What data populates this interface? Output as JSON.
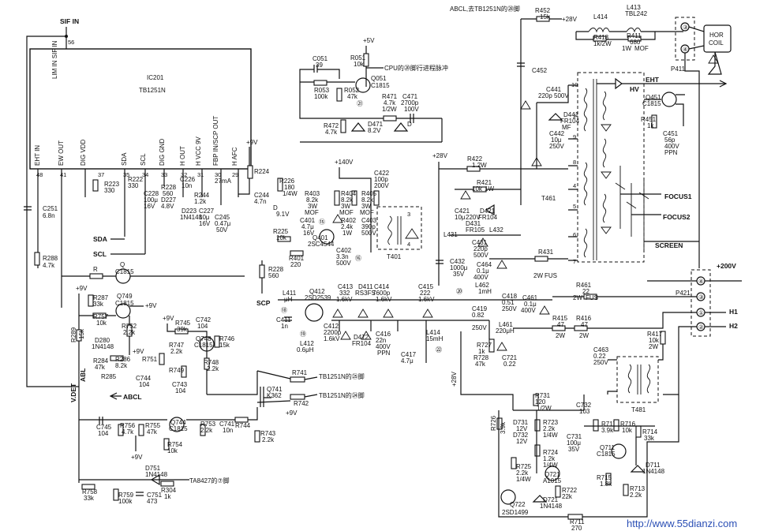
{
  "ic": {
    "ref": "IC201",
    "part": "TB1251N",
    "pins": [
      {
        "num": "56",
        "name": "SIF IN"
      },
      {
        "num": "48",
        "name": "EHT IN"
      },
      {
        "num": "41",
        "name": "EW OUT"
      },
      {
        "num": "37",
        "name": "DIG VDD"
      },
      {
        "num": "35",
        "name": "SDA"
      },
      {
        "num": "34",
        "name": "SCL"
      },
      {
        "num": "33",
        "name": "DIG GND"
      },
      {
        "num": "32",
        "name": "H OUT"
      },
      {
        "num": "31",
        "name": "H VCC 9V"
      },
      {
        "num": "30",
        "name": "FBP IN/SCP OUT"
      },
      {
        "num": "29",
        "name": "H AFC"
      }
    ],
    "inner_label": "LIM IN SIF IN"
  },
  "nets": {
    "sif_in": "SIF IN",
    "sda": "SDA",
    "scl": "SCL",
    "scp": "SCP",
    "abl": "ABL",
    "vdet": "V.DET",
    "abcl": "ABCL",
    "eht": "EHT",
    "hv": "HV",
    "focus1": "FOCUS1",
    "focus2": "FOCUS2",
    "screen": "SCREEN",
    "h1": "H1",
    "h2": "H2",
    "plus200v": "+200V",
    "plus140v": "+140V",
    "plus28v": "+28V",
    "plus9v": "+9V",
    "plus5v": "+5V"
  },
  "notes": {
    "abcl_top": "ABCL,去TB1251N的㉘脚",
    "cpu": "CPU的⑳脚行进程脉冲",
    "tb_25": "TB1251N的㉕脚",
    "tb_24": "TB1251N的㉔脚",
    "ta8427": "TA8427的⑦脚",
    "current": "27mA"
  },
  "components": {
    "c051": [
      "C051",
      "39"
    ],
    "r051": [
      "R051",
      "10k"
    ],
    "q051": [
      "Q051",
      "C1815"
    ],
    "r053": [
      "R053",
      "100k"
    ],
    "r052": [
      "R052",
      "47k"
    ],
    "r471": [
      "R471",
      "4.7k",
      "1/2W"
    ],
    "c471": [
      "C471",
      "2700p",
      "100V"
    ],
    "r472": [
      "R472",
      "4.7k"
    ],
    "d471": [
      "D471",
      "8.2V"
    ],
    "d_small": [
      "D"
    ],
    "r223": [
      "R223",
      "330"
    ],
    "r222": [
      "R222",
      "330"
    ],
    "c228": [
      "C228",
      "100μ",
      "16V"
    ],
    "r228": [
      "R228",
      "560"
    ],
    "d227": [
      "D227",
      "4.8V"
    ],
    "c226": [
      "C226",
      "10n"
    ],
    "r244": [
      "R244",
      "1.2k"
    ],
    "r224": [
      "R224"
    ],
    "r226": [
      "R226",
      "180",
      "1/4W"
    ],
    "c244": [
      "C244",
      "4.7n"
    ],
    "d223": [
      "D223",
      "1N4148"
    ],
    "c227": [
      "C227",
      "10μ",
      "16V"
    ],
    "c245": [
      "C245",
      "0.47μ",
      "50V"
    ],
    "d91": [
      "D",
      "9.1V"
    ],
    "r225": [
      "R225",
      "10k"
    ],
    "c251": [
      "C251",
      "6.8n"
    ],
    "r288": [
      "R288",
      "4.7k"
    ],
    "r_q": [
      "R"
    ],
    "q_c1815": [
      "Q",
      "C1815"
    ],
    "r228b": [
      "R228",
      "560"
    ],
    "r401": [
      "R401",
      "220"
    ],
    "c422": [
      "C422",
      "100p",
      "200V"
    ],
    "r403": [
      "R403",
      "8.2k",
      "3W",
      "MOF"
    ],
    "r404": [
      "R404",
      "8.2k",
      "3W",
      "MOF"
    ],
    "r405": [
      "R405",
      "8.2k",
      "3W",
      "MOF"
    ],
    "r402": [
      "R402",
      "2.4k",
      "1W"
    ],
    "c401": [
      "C401",
      "4.7μ",
      "16V"
    ],
    "q401": [
      "Q401",
      "2SC4544"
    ],
    "c403": [
      "C403",
      "390p",
      "500V"
    ],
    "c402": [
      "C402",
      "3.3n",
      "500V"
    ],
    "t401": [
      "T401"
    ],
    "r422": [
      "R422",
      "1.2W"
    ],
    "r421": [
      "R421",
      "10k",
      "1W"
    ],
    "c421": [
      "C421",
      "10μ",
      "220V"
    ],
    "d421": [
      "D421",
      "FR104"
    ],
    "l431": [
      "L431"
    ],
    "d431": [
      "D431",
      "FR105"
    ],
    "l432": [
      "L432"
    ],
    "c431": [
      "C431",
      "220p",
      "500V"
    ],
    "t461": [
      "T461"
    ],
    "r431": [
      "R431",
      "2W",
      "FUS"
    ],
    "c432": [
      "C432",
      "1000μ",
      "35V"
    ],
    "c464": [
      "C464",
      "0.1μ",
      "400V"
    ],
    "l462": [
      "L462",
      "1mH"
    ],
    "r452": [
      "R452",
      "15k"
    ],
    "l414": [
      "L414"
    ],
    "l413": [
      "L413",
      "TBL242"
    ],
    "r418": [
      "R418",
      "1k/2W"
    ],
    "r411": [
      "R411",
      "680",
      "1W",
      "MOF"
    ],
    "hor_coil": [
      "HOR",
      "COIL"
    ],
    "p411": [
      "P411"
    ],
    "c452": [
      "C452"
    ],
    "c441": [
      "C441",
      "220p",
      "500V"
    ],
    "d441": [
      "D441",
      "FR104",
      "MF"
    ],
    "c442": [
      "C442",
      "10μ",
      "250V"
    ],
    "q451": [
      "Q451",
      "C1815"
    ],
    "r451": [
      "R451",
      "1k"
    ],
    "c451": [
      "C451",
      "56p",
      "400V",
      "PPN"
    ],
    "l411": [
      "L411",
      "μH"
    ],
    "c411": [
      "C411",
      "1n"
    ],
    "q412": [
      "Q412",
      "2SD2539"
    ],
    "c413": [
      "C413",
      "332",
      "1.6kV"
    ],
    "d411": [
      "D411",
      "RS3FS"
    ],
    "c414": [
      "C414",
      "7600p",
      "1.6kV"
    ],
    "c415": [
      "C415",
      "222",
      "1.6kV"
    ],
    "c412": [
      "C412",
      "2200p",
      "1.6kV"
    ],
    "l412": [
      "L412",
      "0.6μH"
    ],
    "d472": [
      "D472",
      "FR104"
    ],
    "c416": [
      "C416",
      "22n",
      "400V",
      "PPN"
    ],
    "l414b": [
      "L414",
      "15mH"
    ],
    "c417": [
      "C417",
      "4.7μ"
    ],
    "c418": [
      "C418",
      "0.51",
      "250V"
    ],
    "c461": [
      "C461",
      "0.1μ",
      "400V"
    ],
    "c419": [
      "C419",
      "0.82",
      "250V"
    ],
    "l461": [
      "L461",
      "220μH"
    ],
    "r415": [
      "R415",
      "47",
      "2W"
    ],
    "r416": [
      "R416",
      "47",
      "2W"
    ],
    "r461": [
      "R461",
      "22",
      "2W",
      "FUS"
    ],
    "p421": [
      "P421"
    ],
    "r417": [
      "R417",
      "10k",
      "2W"
    ],
    "c463": [
      "C463",
      "0.22",
      "250V"
    ],
    "t481": [
      "T481"
    ],
    "r727": [
      "R727",
      "1k"
    ],
    "r728": [
      "R728",
      "47k"
    ],
    "c721": [
      "C721",
      "0.22"
    ],
    "r287": [
      "R287",
      "33k"
    ],
    "q749": [
      "Q749",
      "C1815"
    ],
    "r757": [
      "R757",
      "10k"
    ],
    "r752": [
      "R752",
      "2.2k"
    ],
    "r745": [
      "R745",
      "39k"
    ],
    "c742": [
      "C742",
      "104"
    ],
    "q748": [
      "Q748",
      "C1815"
    ],
    "r746": [
      "R746",
      "15k"
    ],
    "r289": [
      "R289",
      "15k"
    ],
    "d280": [
      "D280",
      "1N4148"
    ],
    "r286": [
      "R286",
      "8.2k"
    ],
    "r284": [
      "R284",
      "47k"
    ],
    "r285": [
      "R285"
    ],
    "r751": [
      "R751"
    ],
    "r747": [
      "R747",
      "2.2k"
    ],
    "r749": [
      "R749"
    ],
    "r748": [
      "R748",
      "2.2k"
    ],
    "c744": [
      "C744",
      "104"
    ],
    "c743": [
      "C743",
      "104"
    ],
    "r741": [
      "R741"
    ],
    "r742": [
      "R742"
    ],
    "q741": [
      "Q741",
      "K362"
    ],
    "c745": [
      "C745",
      "104"
    ],
    "r756": [
      "R756",
      "4.7k"
    ],
    "r755": [
      "R755",
      "47k"
    ],
    "q744": [
      "Q744",
      "C1815"
    ],
    "r753": [
      "R753",
      "2.2k"
    ],
    "c741": [
      "C741",
      "10n"
    ],
    "r744": [
      "R744"
    ],
    "r743": [
      "R743",
      "2.2k"
    ],
    "r754": [
      "R754",
      "10k"
    ],
    "d751": [
      "D751",
      "1N4148"
    ],
    "r758": [
      "R758",
      "33k"
    ],
    "r759": [
      "R759",
      "100k"
    ],
    "c751": [
      "C751",
      "473"
    ],
    "r304": [
      "R304",
      "1k"
    ],
    "r731": [
      "R731",
      "120",
      "1/2W"
    ],
    "c732": [
      "C732",
      "103"
    ],
    "r726": [
      "R726",
      "3.9k"
    ],
    "d731": [
      "D731",
      "12V"
    ],
    "d732": [
      "D732",
      "12V"
    ],
    "r723": [
      "R723",
      "2.2k",
      "1/4W"
    ],
    "c731": [
      "C731",
      "100μ",
      "35V"
    ],
    "r717": [
      "R717",
      "3.9k"
    ],
    "r716": [
      "R716",
      "10k"
    ],
    "r714": [
      "R714",
      "33k"
    ],
    "q711": [
      "Q711",
      "C1815"
    ],
    "r724": [
      "R724",
      "1.2k",
      "1/4W"
    ],
    "r725": [
      "R725",
      "2.2k",
      "1/4W"
    ],
    "q721": [
      "Q721",
      "A1015"
    ],
    "r722": [
      "R722",
      "22k"
    ],
    "d711": [
      "D711",
      "1N4148"
    ],
    "r715": [
      "R715",
      "1.8k"
    ],
    "r713": [
      "R713",
      "2.2k"
    ],
    "q722": [
      "Q722",
      "2SD1499"
    ],
    "d721": [
      "D721",
      "1N4148"
    ],
    "r711": [
      "R711",
      "270"
    ]
  },
  "test_points": [
    "㉑",
    "⑮",
    "⑯",
    "⑱",
    "⑲",
    "⑳",
    "㉒"
  ],
  "connector_pins": [
    "①",
    "②",
    "③",
    "④"
  ],
  "watermark": "http://www.55dianzi.com"
}
